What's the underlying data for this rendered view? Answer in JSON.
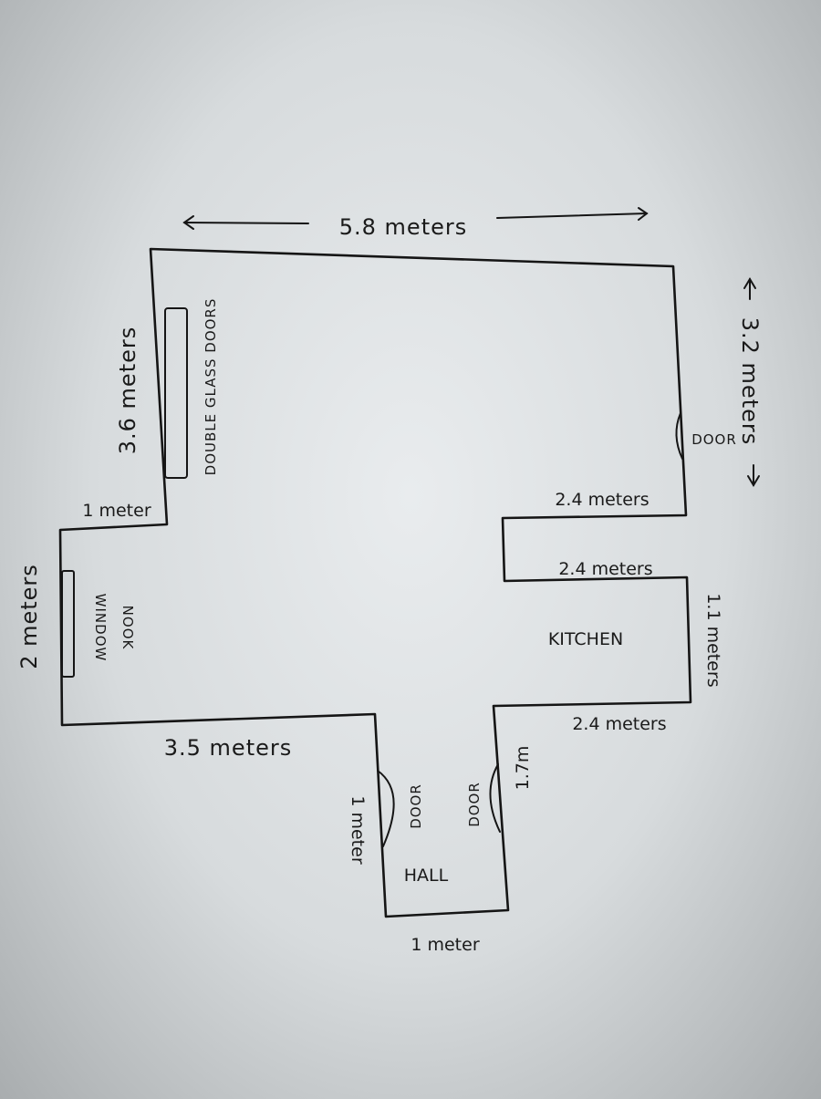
{
  "diagram": {
    "dimensions": {
      "top_width": "5.8 meters",
      "right_height": "3.2 meters",
      "left_upper": "3.6 meters",
      "left_step": "1 meter",
      "nook_height": "2 meters",
      "bottom_left": "3.5 meters",
      "right_step": "2.4 meters",
      "kitchen_top": "2.4 meters",
      "kitchen_height": "1.1 meters",
      "kitchen_bottom": "2.4 meters",
      "hall_left": "1 meter",
      "hall_right": "1.7m",
      "hall_bottom": "1 meter"
    },
    "features": {
      "double_glass_doors": "DOUBLE GLASS DOORS",
      "window": "WINDOW",
      "nook": "NOOK",
      "door_right": "DOOR",
      "door_hall_left": "DOOR",
      "door_hall_right": "DOOR"
    },
    "rooms": {
      "kitchen": "KITCHEN",
      "hall": "HALL"
    }
  }
}
